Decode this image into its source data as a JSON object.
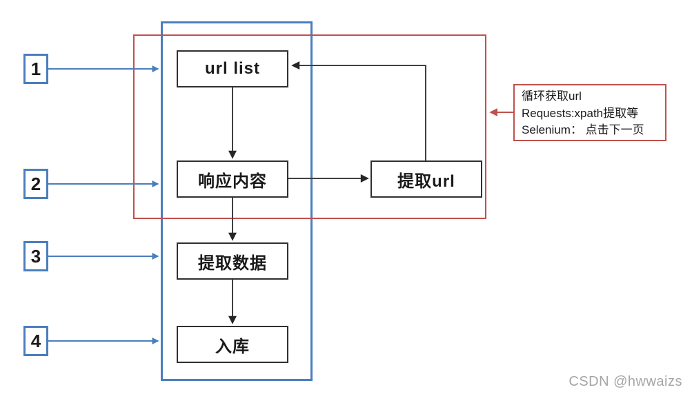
{
  "diagram": {
    "type": "flowchart",
    "flow_boxes": {
      "url_list": "url list",
      "response": "响应内容",
      "extract_url": "提取url",
      "extract_data": "提取数据",
      "store": "入库"
    },
    "steps": [
      "1",
      "2",
      "3",
      "4"
    ],
    "annotation": {
      "lines": [
        "循环获取url",
        "Requests:xpath提取等",
        "Selenium： 点击下一页"
      ]
    },
    "edges": [
      "step-1 -> url list",
      "step-2 -> 响应内容",
      "step-3 -> 提取数据",
      "step-4 -> 入库",
      "url list -> 响应内容",
      "响应内容 -> 提取url",
      "提取url -> url list",
      "响应内容 -> 提取数据",
      "提取数据 -> 入库",
      "annotation -> loop-region"
    ],
    "watermark": "CSDN @hwwaizs",
    "colors": {
      "blue": "#4a7ebd",
      "red": "#c0504d",
      "arrow": "#404040",
      "box_border": "#2f2f2f",
      "watermark": "#a6a6a6"
    }
  }
}
